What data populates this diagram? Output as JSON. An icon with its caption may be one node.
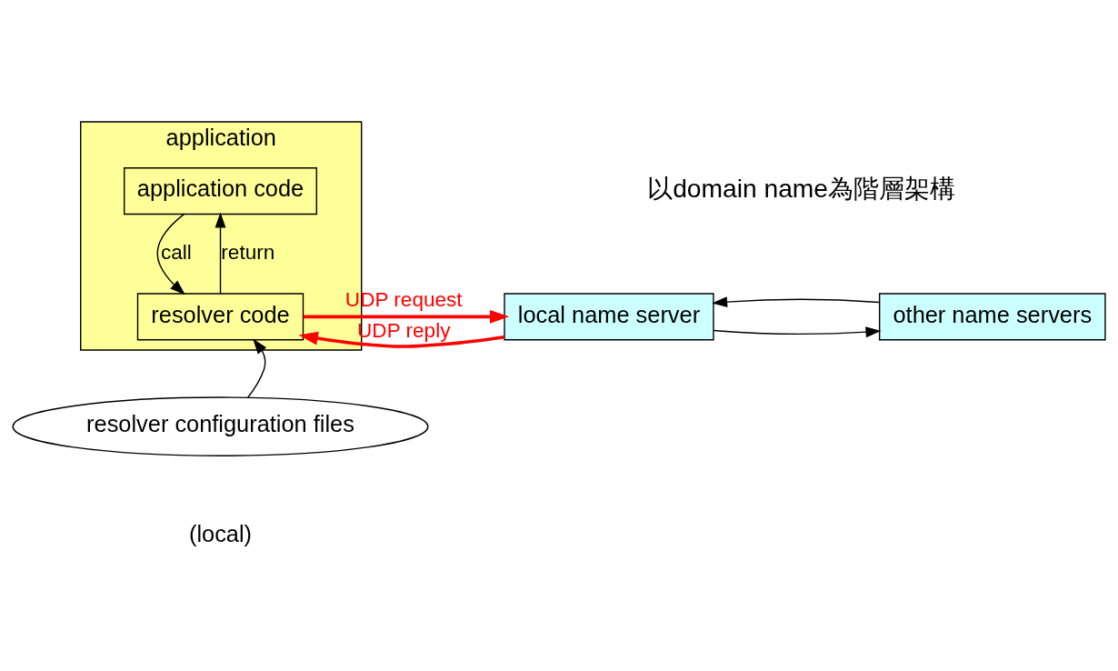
{
  "diagram": {
    "nodes": [
      {
        "text": [
          "application"
        ]
      },
      {
        "text": [
          "application code"
        ],
        "in": 0
      },
      {
        "text": [
          "resolver code"
        ],
        "in": 0
      },
      {
        "text": [
          "local name server"
        ]
      },
      {
        "text": [
          "other name servers"
        ]
      },
      {
        "text": [
          "resolver configuration files"
        ],
        "beside": [
          "(local)"
        ]
      }
    ],
    "edges": [
      {
        "from": 1,
        "to": 2,
        "arrow": "to",
        "label": "call"
      },
      {
        "from": 2,
        "to": 1,
        "arrow": "to",
        "label": "return"
      },
      {
        "from": 5,
        "to": 2,
        "arrow": "to"
      },
      {
        "from": 2,
        "to": 3,
        "arrow": "to",
        "label": "UDP request",
        "style": "thick",
        "color": "#ff0000"
      },
      {
        "from": 3,
        "to": 2,
        "arrow": "to",
        "label": "UDP reply",
        "style": "thick",
        "color": "#ff0000"
      },
      {
        "from": 3,
        "to": 4,
        "arrow": "to"
      },
      {
        "from": 4,
        "to": 3,
        "arrow": "to"
      }
    ],
    "labels": [
      "以domain name為階層架構"
    ]
  }
}
